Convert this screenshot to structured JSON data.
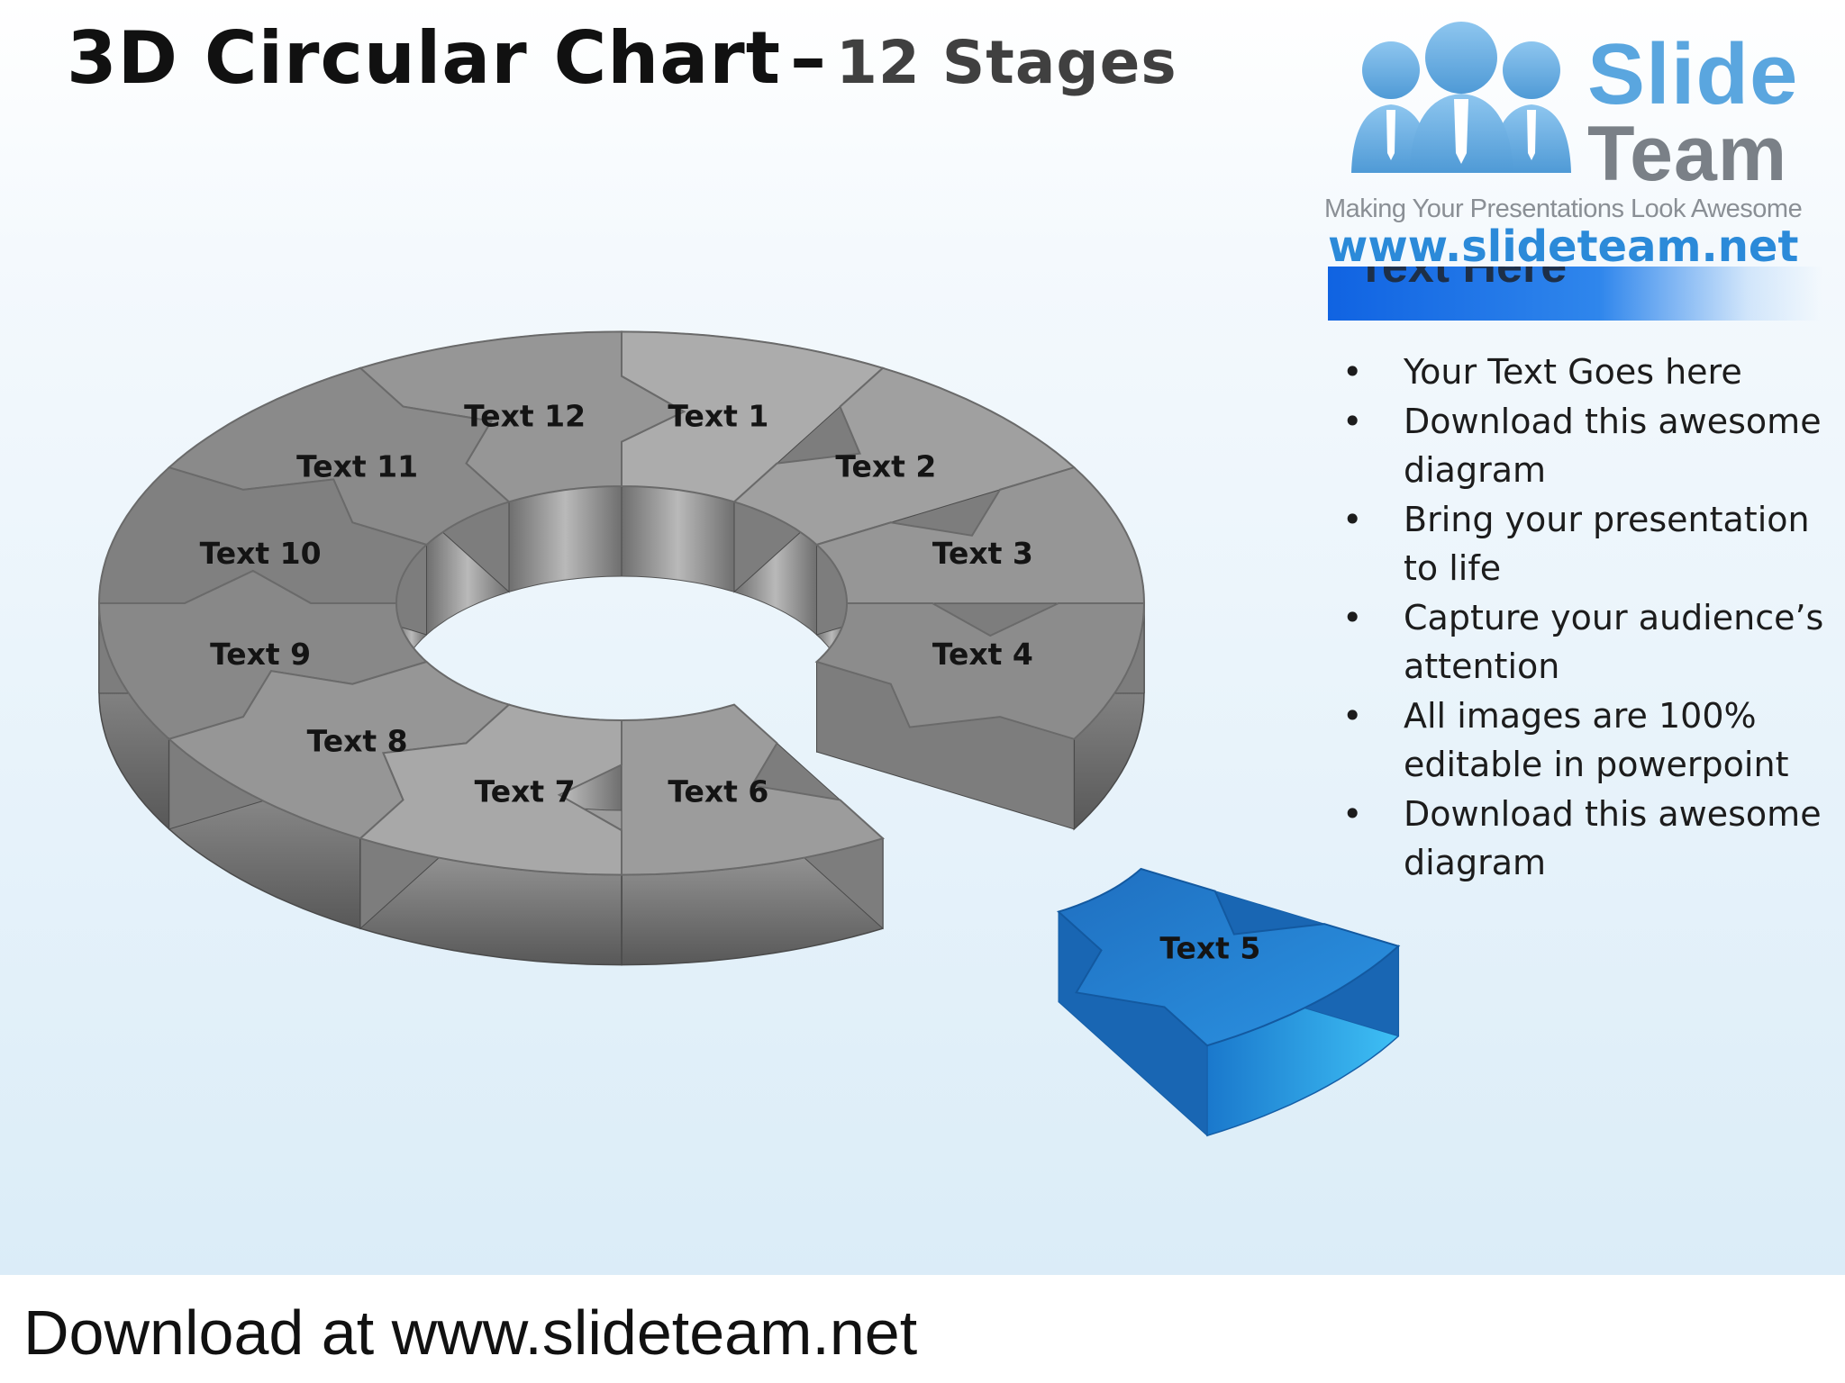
{
  "title": {
    "main": "3D Circular Chart",
    "dash": "–",
    "sub": "12 Stages"
  },
  "logo": {
    "word1": "Slide",
    "word2": "Team",
    "tagline": "Making Your Presentations Look Awesome",
    "url": "www.slideteam.net"
  },
  "sidebar": {
    "heading": "Text Here",
    "bullets": [
      "Your Text Goes here",
      "Download this awesome diagram",
      "Bring your presentation to life",
      "Capture your audience’s attention",
      "All images are 100% editable in powerpoint",
      "Download this awesome diagram"
    ]
  },
  "diagram": {
    "highlight_color": "#1f88d8",
    "segment_color": "#9a9a9a",
    "highlighted_stage": "Text 5",
    "stages": [
      "Text 1",
      "Text 2",
      "Text 3",
      "Text 4",
      "Text 5",
      "Text 6",
      "Text 7",
      "Text 8",
      "Text 9",
      "Text 10",
      "Text 11",
      "Text 12"
    ]
  },
  "footer": {
    "text": "Download at www.slideteam.net"
  }
}
